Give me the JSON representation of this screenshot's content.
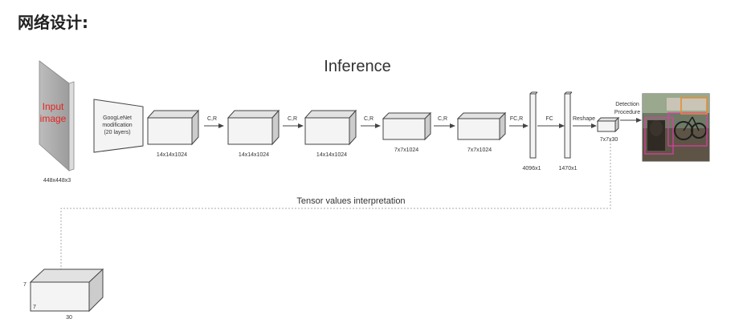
{
  "heading": "网络设计:",
  "diagram": {
    "title": "Inference",
    "input_label_line1": "Input",
    "input_label_line2": "image",
    "input_dims": "448x448x3",
    "googlenet_line1": "GoogLeNet",
    "googlenet_line2": "modification",
    "googlenet_line3": "(20 layers)",
    "block_dims": [
      "14x14x1024",
      "14x14x1024",
      "14x14x1024",
      "7x7x1024",
      "7x7x1024"
    ],
    "arrow_labels": [
      "C,R",
      "C,R",
      "C,R",
      "C,R",
      "FC,R",
      "FC",
      "Reshape"
    ],
    "fc1_dims": "4096x1",
    "fc2_dims": "1470x1",
    "output_dims": "7x7x30",
    "detection_line1": "Detection",
    "detection_line2": "Procedure",
    "tensor_caption": "Tensor values interpretation",
    "tensor_dim_height": "7",
    "tensor_dim_depth": "7",
    "tensor_dim_width": "30",
    "colors": {
      "input_label": "#e8231f",
      "box_stroke": "#444444",
      "box_front": "#f4f4f4",
      "box_top": "#e2e2e2",
      "box_side": "#cccccc",
      "dotted_line": "#aaaaaa",
      "detection_box_a": "#e03ea5",
      "detection_box_b": "#e88a2c"
    }
  }
}
